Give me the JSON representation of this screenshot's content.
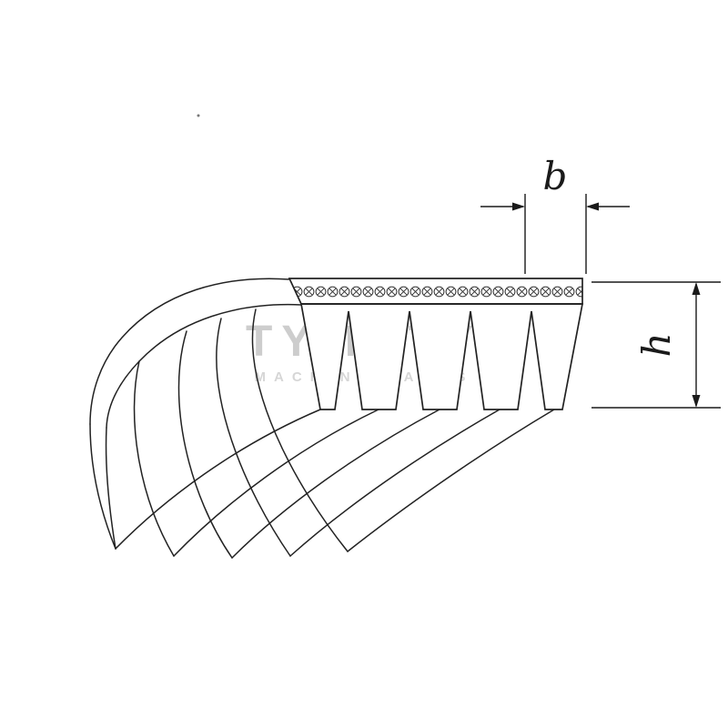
{
  "page": {
    "background": "#ffffff"
  },
  "diagram": {
    "subject": "poly-v-ribbed-belt-cross-section",
    "line_color": "#222222",
    "hatch_symbol": "circle-with-cross",
    "dimensions": {
      "b": {
        "label": "b",
        "meaning": "rib-pitch-width"
      },
      "h": {
        "label": "h",
        "meaning": "belt-height"
      }
    }
  },
  "watermark": {
    "line1": "TYMOTY",
    "line2": "MACHINE PARTS",
    "color": "#c8c8c8"
  }
}
